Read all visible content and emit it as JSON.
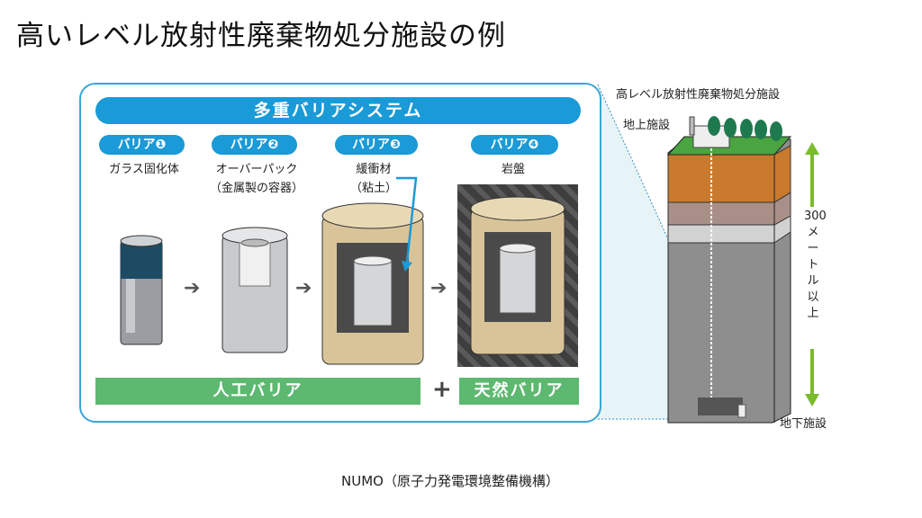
{
  "title": "高いレベル放射性廃棄物処分施設の例",
  "system": {
    "banner": "多重バリアシステム",
    "barriers": [
      {
        "pill": "バリア❶",
        "line1": "ガラス固化体",
        "line2": ""
      },
      {
        "pill": "バリア❷",
        "line1": "オーバーパック",
        "line2": "（金属製の容器）"
      },
      {
        "pill": "バリア❸",
        "line1": "緩衝材",
        "line2": "（粘土）"
      },
      {
        "pill": "バリア❹",
        "line1": "岩盤",
        "line2": ""
      }
    ],
    "arrow": "➔",
    "artificial": "人工バリア",
    "plus": "+",
    "natural": "天然バリア"
  },
  "facility": {
    "title": "高レベル放射性廃棄物処分施設",
    "surface": "地上施設",
    "underground": "地下施設",
    "depth": "300メートル以上"
  },
  "footer": "NUMO（原子力発電環境整備機構）",
  "colors": {
    "blue": "#1a9ad6",
    "green": "#5db870",
    "clay": "#d9c49a"
  }
}
